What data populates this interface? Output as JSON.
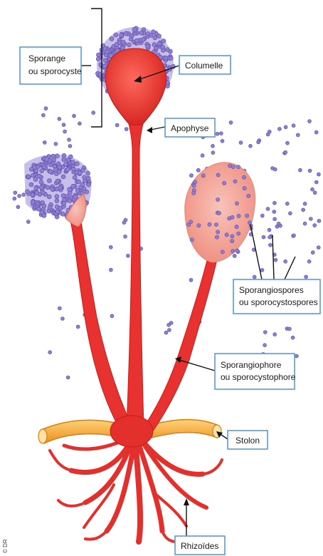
{
  "labels": {
    "sporange": [
      "Sporange",
      "ou sporocyste"
    ],
    "columelle": [
      "Columelle"
    ],
    "apophyse": [
      "Apophyse"
    ],
    "sporangiospores": [
      "Sporangiospores",
      "ou sporocystospores"
    ],
    "sporangiophore": [
      "Sporangiophore",
      "ou sporocystophore"
    ],
    "stolon": [
      "Stolon"
    ],
    "rhizoides": [
      "Rhizoïdes"
    ]
  },
  "credit": "© DR",
  "colors": {
    "spore": "#8e7fd0",
    "spore_stroke": "#5a4aa8",
    "stalk": "#e8322f",
    "stalk_dark": "#c21e1e",
    "sporangium_pale": "#f3a79a",
    "stolon": "#f5a623",
    "stolon_light": "#ffd27a",
    "label_border": "#5b9bd5"
  }
}
